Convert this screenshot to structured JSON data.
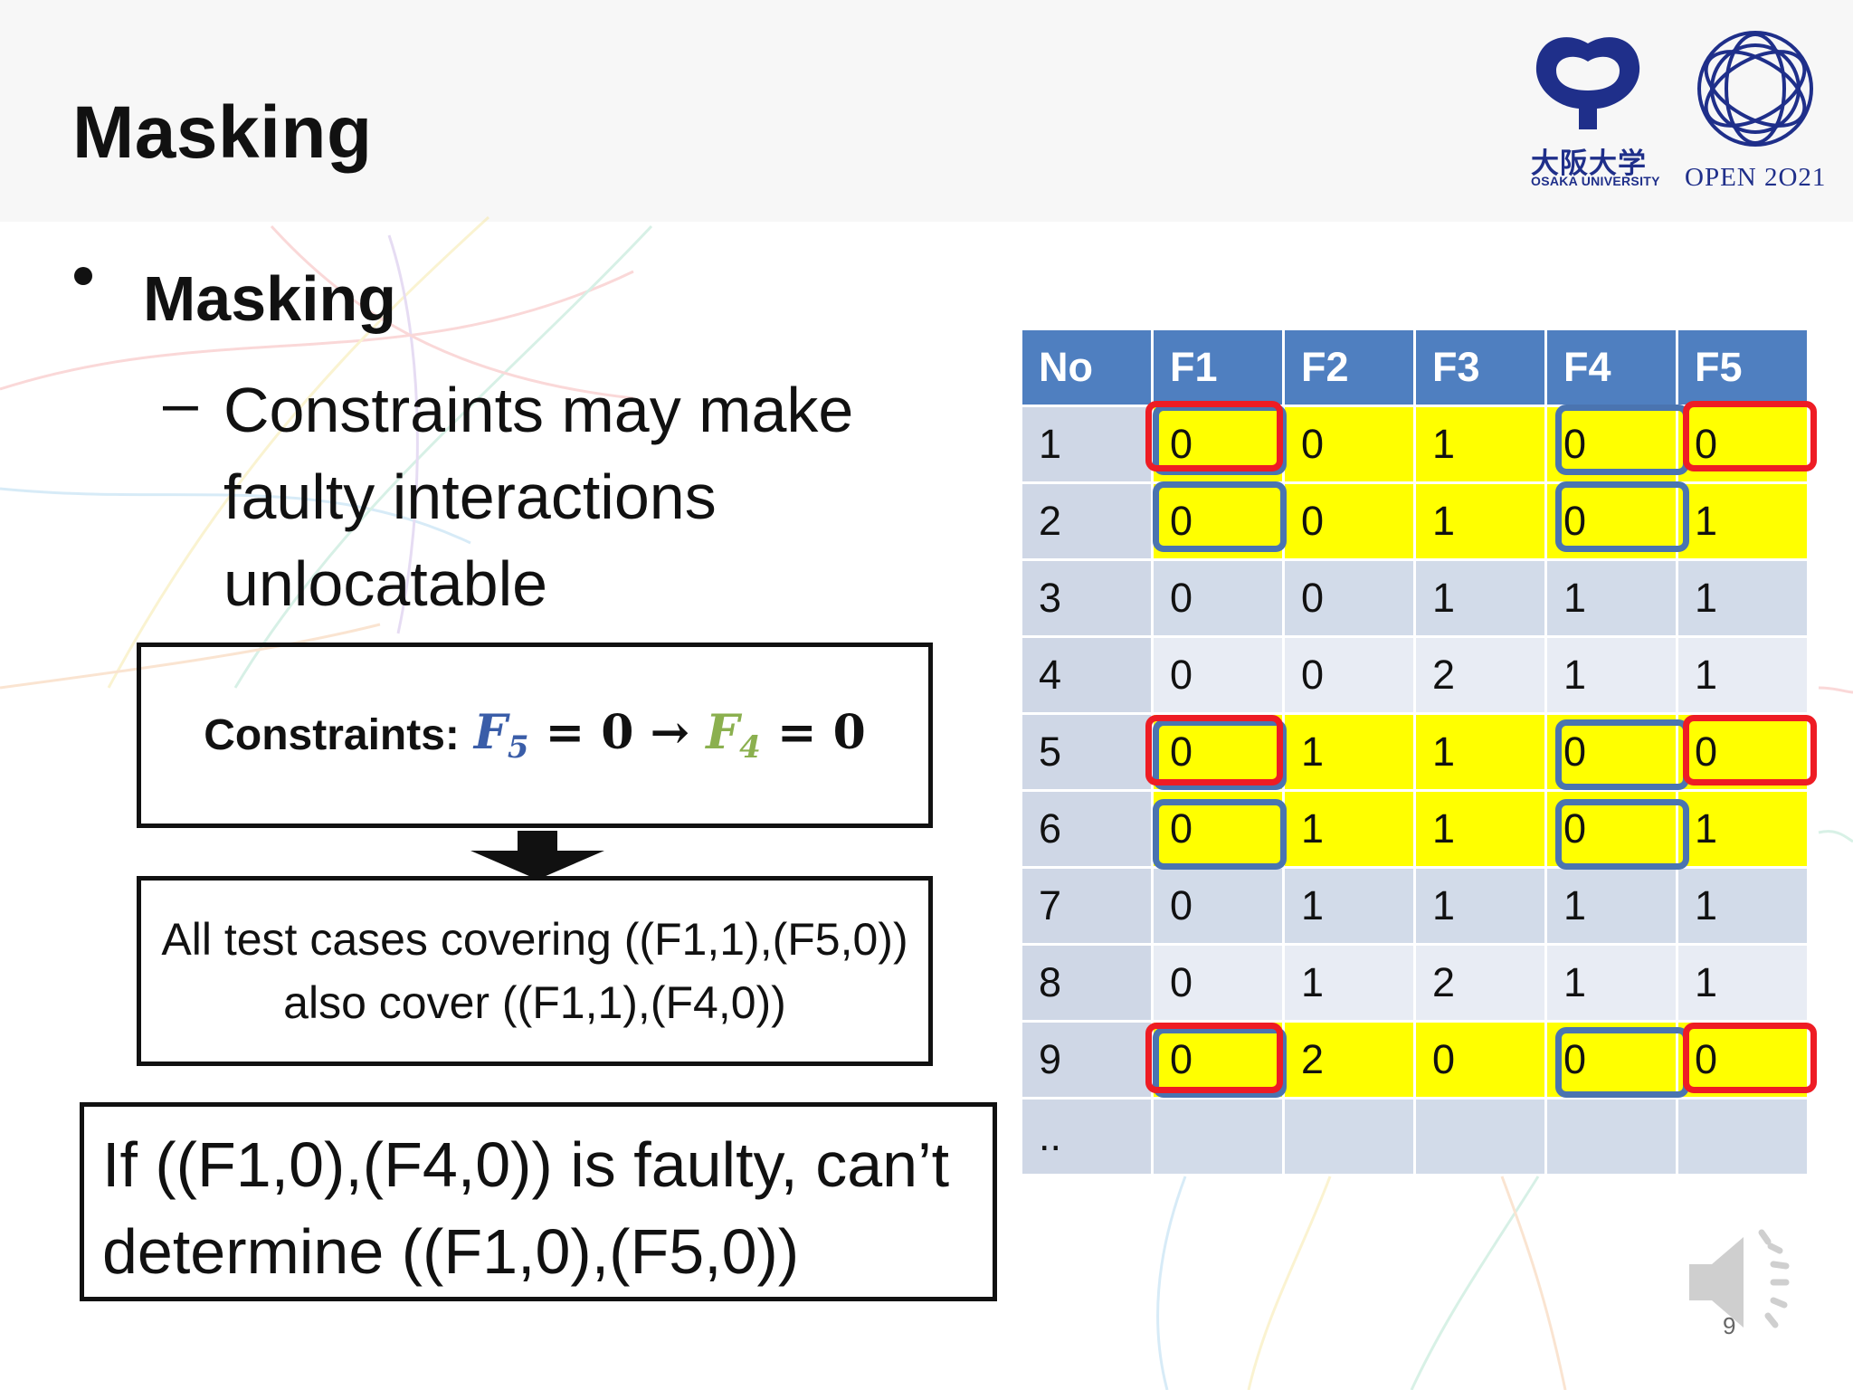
{
  "slide": {
    "title": "Masking",
    "bullet": "Masking",
    "sub_bullet_dash": "–",
    "sub_bullet_lines": [
      "Constraints may make",
      "faulty interactions",
      "unlocatable"
    ],
    "page_number": "9"
  },
  "logos": {
    "osaka_jp": "大阪大学",
    "osaka_en": "OSAKA UNIVERSITY",
    "open": "OPEN 2O21"
  },
  "constraint_box": {
    "label": "Constraints:",
    "f5": "F",
    "f5_sub": "5",
    "eq1": "= 0 →",
    "f4": "F",
    "f4_sub": "4",
    "eq2": "= 0"
  },
  "result_box": {
    "line1": "All test cases covering ((F1,1),(F5,0))",
    "line2": "also cover ((F1,1),(F4,0))"
  },
  "conclusion_box": {
    "line1": "If ((F1,0),(F4,0)) is faulty, can’t",
    "line2": "determine ((F1,0),(F5,0))"
  },
  "table": {
    "headers": [
      "No",
      "F1",
      "F2",
      "F3",
      "F4",
      "F5"
    ],
    "rows": [
      [
        "1",
        "0",
        "0",
        "1",
        "0",
        "0"
      ],
      [
        "2",
        "0",
        "0",
        "1",
        "0",
        "1"
      ],
      [
        "3",
        "0",
        "0",
        "1",
        "1",
        "1"
      ],
      [
        "4",
        "0",
        "0",
        "2",
        "1",
        "1"
      ],
      [
        "5",
        "0",
        "1",
        "1",
        "0",
        "0"
      ],
      [
        "6",
        "0",
        "1",
        "1",
        "0",
        "1"
      ],
      [
        "7",
        "0",
        "1",
        "1",
        "1",
        "1"
      ],
      [
        "8",
        "0",
        "1",
        "2",
        "1",
        "1"
      ],
      [
        "9",
        "0",
        "2",
        "0",
        "0",
        "0"
      ],
      [
        "..",
        "",
        "",
        "",
        "",
        ""
      ]
    ],
    "highlight_color": "#ffff00",
    "highlighted_rows": [
      1,
      2,
      5,
      6,
      9
    ],
    "blue_marked": [
      [
        1,
        "F1"
      ],
      [
        1,
        "F4"
      ],
      [
        2,
        "F1"
      ],
      [
        2,
        "F4"
      ],
      [
        5,
        "F1"
      ],
      [
        5,
        "F4"
      ],
      [
        6,
        "F1"
      ],
      [
        6,
        "F4"
      ],
      [
        9,
        "F1"
      ],
      [
        9,
        "F4"
      ]
    ],
    "red_marked": [
      [
        1,
        "F1"
      ],
      [
        1,
        "F5"
      ],
      [
        5,
        "F1"
      ],
      [
        5,
        "F5"
      ],
      [
        9,
        "F1"
      ],
      [
        9,
        "F5"
      ]
    ],
    "blue_mark_color": "#4a74b0",
    "red_mark_color": "#ee1c24"
  },
  "colors": {
    "header_blue": "#4f7fc0",
    "f5_color": "#3a5da8",
    "f4_color": "#8bb04f",
    "logo_navy": "#1f2f8a"
  }
}
